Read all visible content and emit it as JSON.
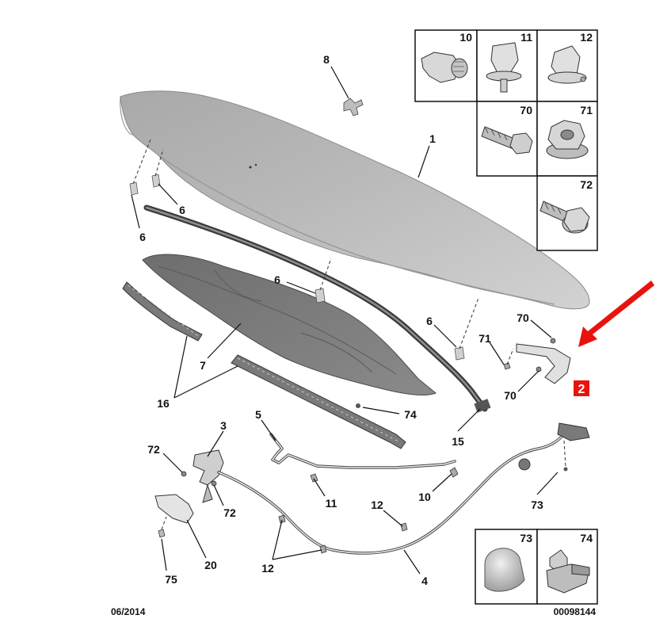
{
  "callouts": {
    "c1": "1",
    "c8": "8",
    "c6a": "6",
    "c6b": "6",
    "c6c": "6",
    "c6d": "6",
    "c7": "7",
    "c16": "16",
    "c74": "74",
    "c15": "15",
    "c70a": "70",
    "c71": "71",
    "c70b": "70",
    "c2": "2",
    "c3": "3",
    "c72a": "72",
    "c72b": "72",
    "c5": "5",
    "c11": "11",
    "c10": "10",
    "c12a": "12",
    "c12b": "12",
    "c73": "73",
    "c4": "4",
    "c20": "20",
    "c75": "75"
  },
  "parts_table": {
    "top_row": [
      "10",
      "11",
      "12"
    ],
    "middle_row": [
      "70",
      "71"
    ],
    "bottom_row": [
      "72"
    ],
    "lower_box": [
      "73",
      "74"
    ]
  },
  "footer": {
    "date": "06/2014",
    "reference": "00098144"
  },
  "highlight": {
    "label": "2",
    "color": "#e8130f"
  }
}
